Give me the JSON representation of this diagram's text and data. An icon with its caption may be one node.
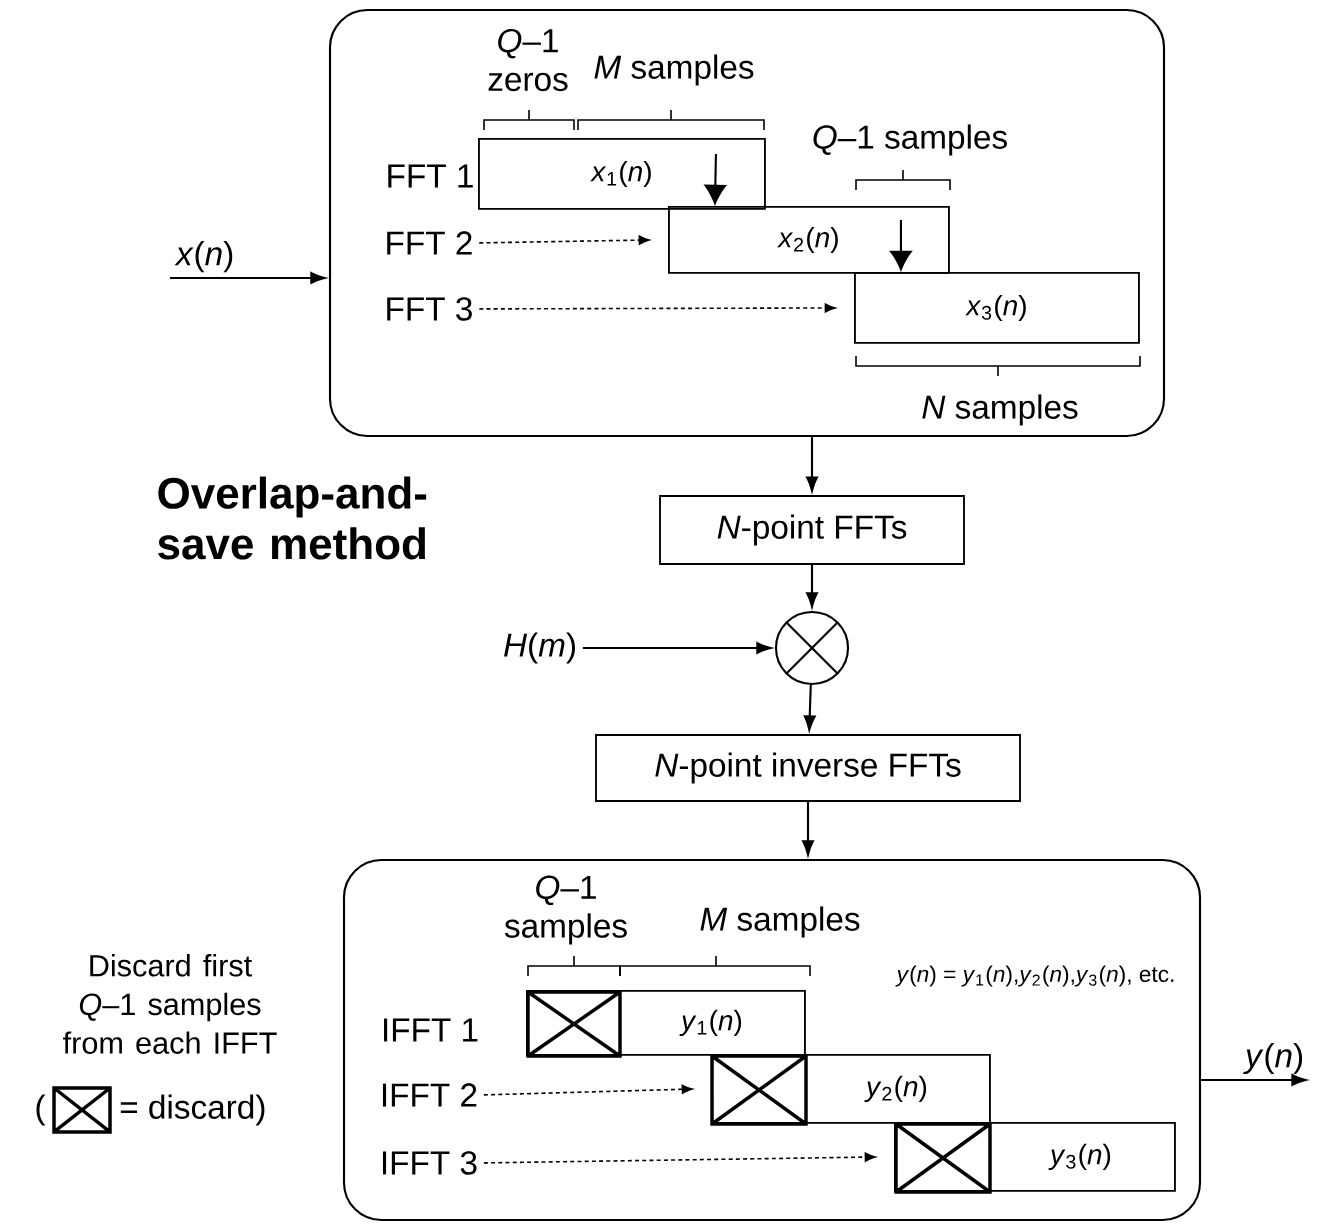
{
  "diagram": {
    "title": "Overlap-and-save method",
    "nodes": [
      {
        "text": [],
        "shape": "box"
      },
      {
        "text": [
          "*x*(*n*)"
        ]
      },
      {
        "text": [
          "FFT 2"
        ],
        "in": 0
      },
      {
        "text": [
          "FFT 3"
        ],
        "in": 0
      },
      {
        "text": [
          "*x*$_{1}$(*n*)"
        ],
        "in": 0
      },
      {
        "text": [
          "*x*$_{2}$(*n*)"
        ],
        "in": 0
      },
      {
        "text": [
          "*x*$_{3}$(*n*)"
        ],
        "in": 0
      },
      {
        "text": [
          "*N*-point FFTs"
        ]
      },
      {
        "text": [],
        "shape": "circle"
      },
      {
        "text": [
          "*H*(*m*)"
        ]
      },
      {
        "text": [
          "*N*-point inverse FFTs"
        ]
      },
      {
        "text": [],
        "shape": "box"
      },
      {
        "text": [
          "IFFT 2"
        ],
        "in": 11
      },
      {
        "text": [
          "IFFT 3"
        ],
        "in": 11
      },
      {
        "text": [
          "*y*$_{1}$(*n*)"
        ],
        "in": 11
      },
      {
        "text": [
          "*y*$_{2}$(*n*)"
        ],
        "in": 11
      },
      {
        "text": [
          "*y*$_{3}$(*n*)"
        ],
        "in": 11
      },
      {
        "text": [
          "*y*(*n*)"
        ]
      }
    ],
    "edges": [
      {
        "from": 1,
        "to": 0,
        "arrow": "to"
      },
      {
        "from": 2,
        "to": 5,
        "arrow": "to",
        "style": "dashed"
      },
      {
        "from": 3,
        "to": 6,
        "arrow": "to",
        "style": "dashed"
      },
      {
        "from": 4,
        "to": 5,
        "arrow": "to"
      },
      {
        "from": 5,
        "to": 6,
        "arrow": "to"
      },
      {
        "from": 0,
        "to": 7,
        "arrow": "to"
      },
      {
        "from": 7,
        "to": 8,
        "arrow": "to"
      },
      {
        "from": 9,
        "to": 8,
        "arrow": "to"
      },
      {
        "from": 8,
        "to": 10,
        "arrow": "to"
      },
      {
        "from": 10,
        "to": 11,
        "arrow": "to"
      },
      {
        "from": 12,
        "to": 15,
        "arrow": "to",
        "style": "dashed"
      },
      {
        "from": 13,
        "to": 16,
        "arrow": "to",
        "style": "dashed"
      },
      {
        "from": 11,
        "to": 17,
        "arrow": "to"
      }
    ],
    "labels": [
      "*Q*–1 zeros",
      "*M* samples",
      "*Q*–1 samples",
      "*N* samples",
      "FFT 1",
      "*Q*–1 samples",
      "*M* samples",
      "*y*(*n*) = *y*$_{1}$(*n*),*y*$_{2}$(*n*),*y*$_{3}$(*n*), etc.",
      "Discard first *Q*–1 samples from each IFFT",
      "IFFT 1",
      "("
    ],
    "legend": [
      {
        "text": "= discard)"
      }
    ]
  }
}
